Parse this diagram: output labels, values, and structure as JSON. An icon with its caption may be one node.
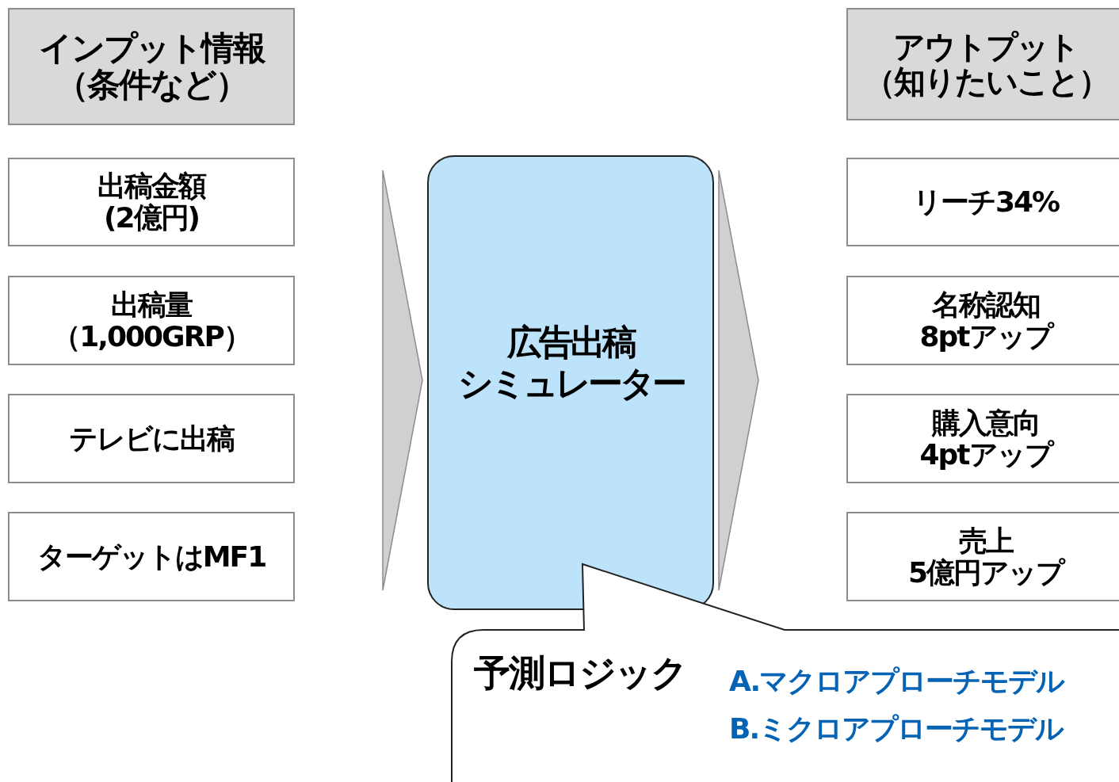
{
  "diagram": {
    "nodes": [
      {
        "text": [
          "インプット情報",
          "（条件など）"
        ]
      },
      {
        "text": [
          "出稿金額",
          "(2億円)"
        ]
      },
      {
        "text": [
          "出稿量",
          "（1,000GRP）"
        ]
      },
      {
        "text": [
          "テレビに出稿"
        ]
      },
      {
        "text": [
          "ターゲットはMF1"
        ]
      },
      {
        "text": [
          "広告出稿",
          "シミュレーター"
        ]
      },
      {
        "text": [
          "アウトプット",
          "（知りたいこと）"
        ]
      },
      {
        "text": [
          "リーチ34%"
        ]
      },
      {
        "text": [
          "名称認知",
          "8ptアップ"
        ]
      },
      {
        "text": [
          "購入意向",
          "4ptアップ"
        ]
      },
      {
        "text": [
          "売上",
          "5億円アップ"
        ]
      },
      {
        "text": [
          "予測ロジック",
          "A.マクロアプローチモデル",
          "B.ミクロアプローチモデル"
        ]
      }
    ],
    "edges": [
      {
        "from": null,
        "to": 5,
        "arrow": "to"
      },
      {
        "from": 5,
        "to": null,
        "arrow": "to"
      }
    ]
  }
}
